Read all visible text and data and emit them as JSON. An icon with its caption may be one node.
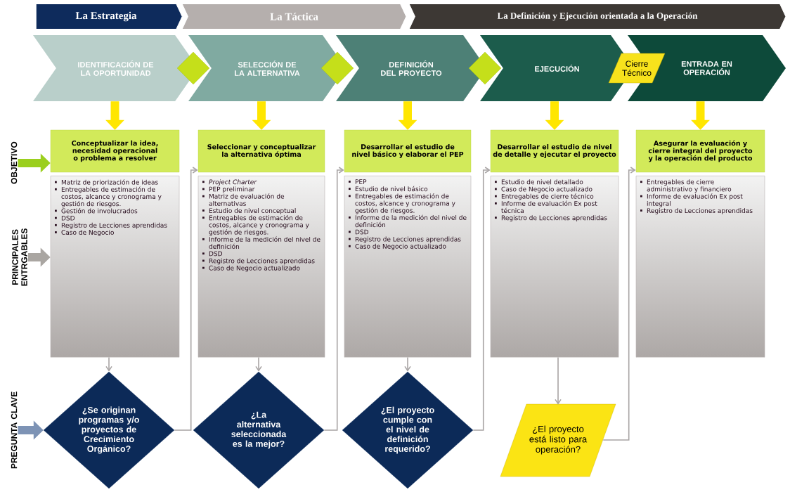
{
  "diagram": {
    "nodes": [
      {
        "text": [
          "La Estrategia"
        ]
      },
      {
        "text": [
          "La Táctica"
        ]
      },
      {
        "text": [
          "La Definición y Ejecución orientada a la Operación"
        ]
      },
      {
        "text": [
          "IDENTIFICACIÓN DE LA OPORTUNIDAD"
        ]
      },
      {
        "text": [
          "SELECCIÓN DE LA ALTERNATIVA"
        ]
      },
      {
        "text": [
          "DEFINICIÓN DEL PROYECTO"
        ]
      },
      {
        "text": [
          "EJECUCIÓN"
        ]
      },
      {
        "text": [
          "ENTRADA EN OPERACIÓN"
        ]
      },
      {
        "text": [],
        "shape": "diamond"
      },
      {
        "text": [],
        "shape": "diamond"
      },
      {
        "text": [],
        "shape": "diamond"
      },
      {
        "text": [
          "Cierre Técnico"
        ]
      },
      {
        "text": [
          "Conceptualizar la idea, necesidad operacional o problema a resolver"
        ]
      },
      {
        "text": [
          "Seleccionar y conceptualizar la alternativa óptima"
        ]
      },
      {
        "text": [
          "Desarrollar el estudio de nivel básico y elaborar el PEP"
        ]
      },
      {
        "text": [
          "Desarrollar el estudio de nivel de detalle y ejecutar el proyecto"
        ]
      },
      {
        "text": [
          "Asegurar la evaluación y cierre integral del proyecto y la operación del producto"
        ]
      },
      {
        "text": [
          "Matriz de priorización de ideas",
          "Entregables de estimación de costos, alcance y cronograma y gestión de riesgos.",
          "Gestión de involucrados",
          "DSD",
          "Registro de Lecciones aprendidas",
          "Caso de Negocio"
        ]
      },
      {
        "text": [
          "*Project Charter*",
          "PEP preliminar",
          "Matriz de evaluación de alternativas",
          "Estudio de nivel conceptual",
          "Entregables de estimación de costos, alcance y cronograma y gestión de riesgos.",
          "Informe de la medición del nivel de definición",
          "DSD",
          "Registro de Lecciones aprendidas",
          "Caso de Negocio actualizado"
        ]
      },
      {
        "text": [
          "PEP",
          "Estudio de nivel básico",
          "Entregables de estimación de costos, alcance y cronograma y gestión de riesgos.",
          "Informe de la medición del nivel de definición",
          "DSD",
          "Registro de Lecciones aprendidas",
          "Caso de Negocio actualizado"
        ]
      },
      {
        "text": [
          "Estudio de nivel detallado",
          "Caso de Negocio actualizado",
          "Entregables de cierre técnico",
          "Informe de evaluación Ex post técnica",
          "Registro de Lecciones aprendidas"
        ]
      },
      {
        "text": [
          "Entregables de cierre administrativo y financiero",
          "Informe de evaluación Ex post integral",
          "Registro de Lecciones aprendidas"
        ]
      },
      {
        "text": [
          "¿Se originan programas y/o proyectos de Crecimiento Orgánico?"
        ]
      },
      {
        "text": [
          "¿La alternativa seleccionada es la mejor?"
        ]
      },
      {
        "text": [
          "¿El proyecto cumple con el nivel de definición requerido?"
        ]
      },
      {
        "text": [
          "¿El proyecto está listo para operación?"
        ]
      },
      {
        "text": [
          "OBJETIVO"
        ]
      },
      {
        "text": [
          "PRINCIPALES ENTRGABLES"
        ]
      },
      {
        "text": [
          "PREGUNTA CLAVE"
        ]
      }
    ],
    "edges": [
      {
        "from": 3,
        "to": 12,
        "arrow": "to",
        "style": "thick",
        "color": "#ffe600"
      },
      {
        "from": 4,
        "to": 13,
        "arrow": "to",
        "style": "thick",
        "color": "#ffe600"
      },
      {
        "from": 5,
        "to": 14,
        "arrow": "to",
        "style": "thick",
        "color": "#ffe600"
      },
      {
        "from": 6,
        "to": 15,
        "arrow": "to",
        "style": "thick",
        "color": "#ffe600"
      },
      {
        "from": 7,
        "to": 16,
        "arrow": "to",
        "style": "thick",
        "color": "#ffe600"
      },
      {
        "from": 17,
        "to": 22,
        "arrow": "to"
      },
      {
        "from": 18,
        "to": 23,
        "arrow": "to"
      },
      {
        "from": 19,
        "to": 24,
        "arrow": "to"
      },
      {
        "from": 20,
        "to": 25,
        "arrow": "to"
      },
      {
        "from": 22,
        "to": 18,
        "arrow": "to"
      },
      {
        "from": 23,
        "to": 19,
        "arrow": "to"
      },
      {
        "from": 24,
        "to": 20,
        "arrow": "to"
      },
      {
        "from": 25,
        "to": 21,
        "arrow": "to"
      },
      {
        "from": 26,
        "to": 12,
        "arrow": "to",
        "style": "thick",
        "color": "#9bcf1e"
      },
      {
        "from": 27,
        "to": 17,
        "arrow": "to",
        "style": "thick",
        "color": "#aaa6a2"
      },
      {
        "from": 28,
        "to": 22,
        "arrow": "to",
        "style": "thick",
        "color": "#7d93b5"
      }
    ]
  }
}
